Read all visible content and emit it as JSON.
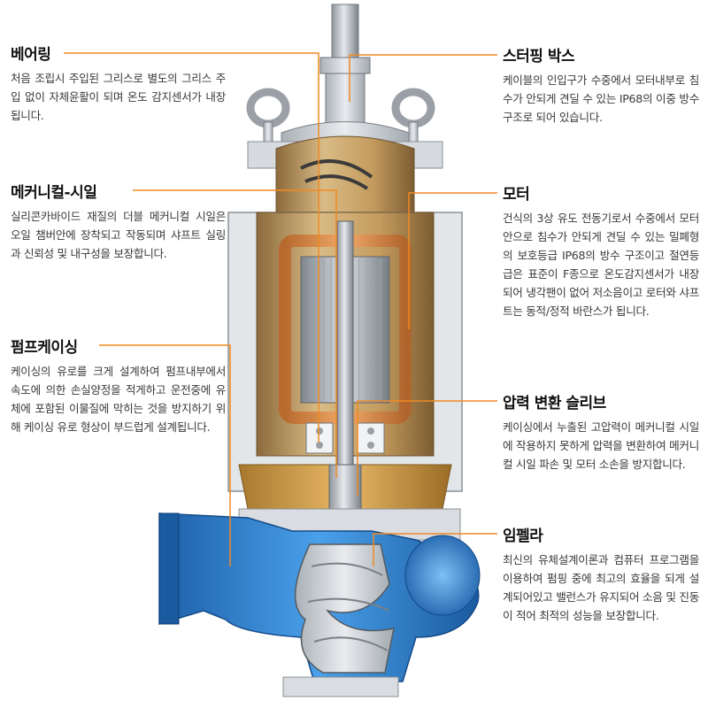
{
  "callouts": {
    "bearing": {
      "title": "베어링",
      "text": "처음 조립시 주입된 그리스로 별도의 그리스 주입 없이 자체윤활이 되며 온도 감지센서가 내장됩니다."
    },
    "mechanical_seal": {
      "title": "메커니컬-시일",
      "text": "실리콘카바이드 재질의 더블 메커니컬 시일은 오일 챔버안에 장착되고 작동되며 샤프트 실링과 신뢰성 및 내구성을 보장합니다."
    },
    "pump_casing": {
      "title": "펌프케이싱",
      "text": "케이싱의 유로를 크게 설계하여 펌프내부에서 속도에 의한 손실양정을 적게하고 운전중에 유체에 포함된 이물질에 막히는 것을 방지하기 위해 케이싱 유로 형상이 부드럽게 설계됩니다."
    },
    "stuffing_box": {
      "title": "스터핑 박스",
      "text": "케이블의 인입구가 수중에서 모터내부로 침수가 안되게 견딜 수 있는 IP68의 이중 방수 구조로 되어 있습니다."
    },
    "motor": {
      "title": "모터",
      "text": "건식의 3상 유도 전동기로서 수중에서 모터안으로 침수가 안되게 견딜 수 있는 밀폐형의 보호등급 IP68의 방수 구조이고 절연등급은 표준이 F종으로 온도감지센서가 내장되어 냉각팬이 없어 저소음이고 로터와 샤프트는 동적/정적 바란스가 됩니다."
    },
    "pressure_sleeve": {
      "title": "압력 변환 슬리브",
      "text": "케이싱에서 누출된 고압력이 메커니컬 시일에 작용하지 못하게 압력을 변환하여 메커니컬 시일 파손 및 모터 소손을 방지합니다."
    },
    "impeller": {
      "title": "임펠라",
      "text": "최신의 유체설계이론과 컴퓨터 프로그램을 이용하여 펌핑 중에 최고의 효율을 되게 설계되어있고 밸런스가 유지되어 소음 및 진동이 적어 최적의 성능을 보장합니다."
    }
  },
  "colors": {
    "leader": "#f08a24",
    "casing_blue": "#2f7fd0",
    "motor_copper": "#d98a4a",
    "housing_grey": "#c8ccd0",
    "bronze": "#c9a86a"
  }
}
